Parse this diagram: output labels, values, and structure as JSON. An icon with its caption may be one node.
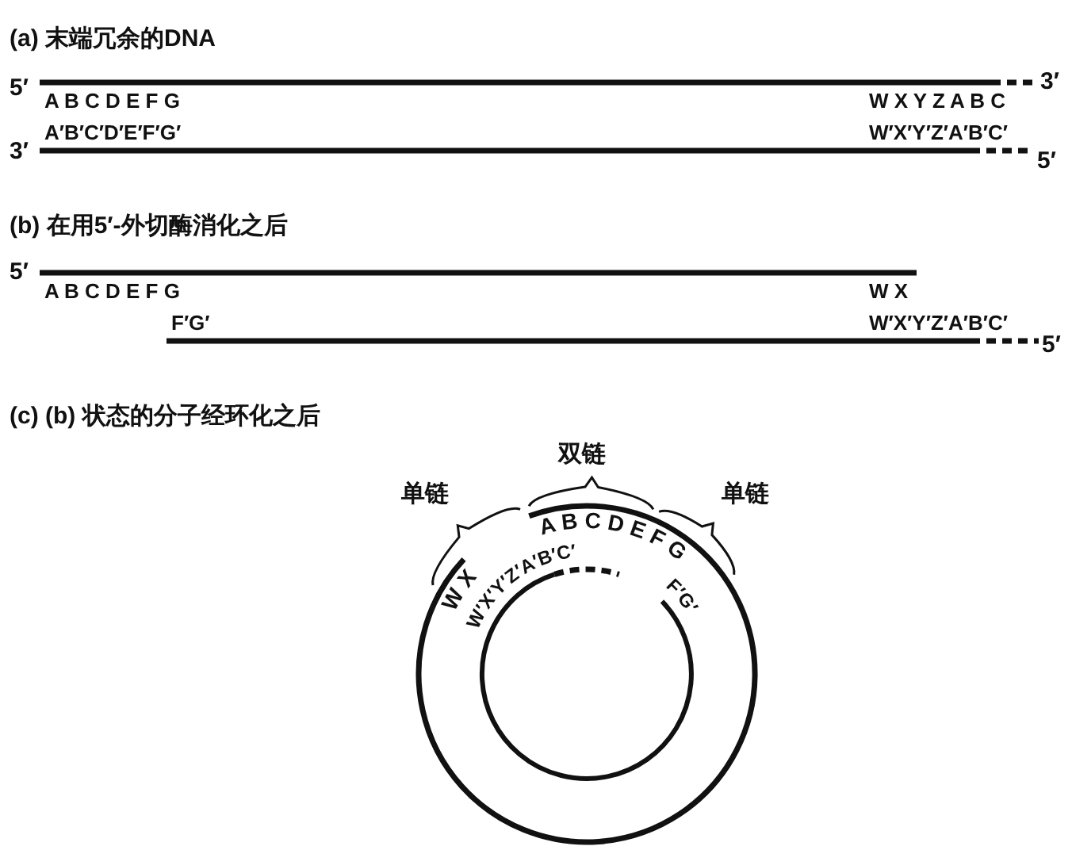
{
  "diagram": {
    "labels": [
      "(a) 末端冗余的DNA",
      "5′",
      "3′",
      "A B C D E F G",
      "W X Y Z A B C",
      "A′B′C′D′E′F′G′",
      "W′X′Y′Z′A′B′C′",
      "3′",
      "5′",
      "(b) 在用5′-外切酶消化之后",
      "5′",
      "A B C D E F G",
      "W X",
      "F′G′",
      "W′X′Y′Z′A′B′C′",
      "5′",
      "(c) (b) 状态的分子经环化之后",
      "双链",
      "单链",
      "单链",
      "W X",
      "A B C D E F G",
      "W′X′Y′Z′A′B′C′",
      "F′G′"
    ]
  }
}
